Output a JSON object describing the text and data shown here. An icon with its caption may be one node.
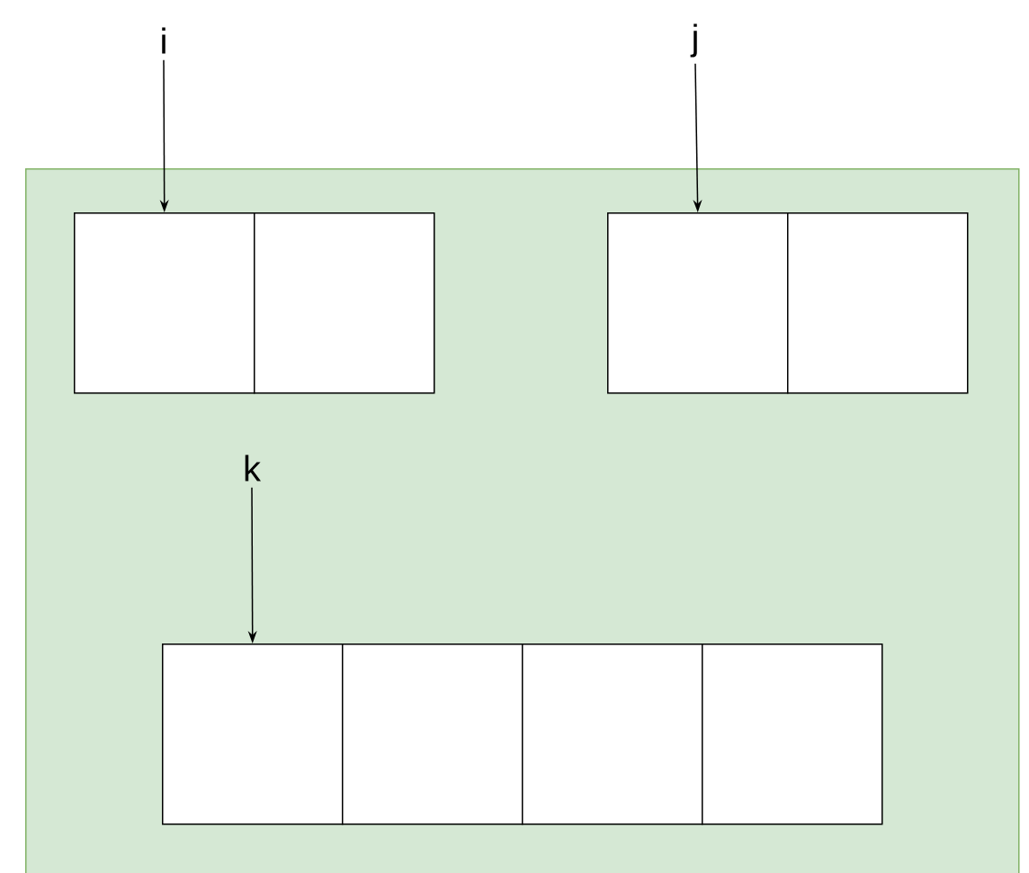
{
  "diagram": {
    "nodes": [
      {
        "text": [],
        "shape": "box"
      },
      {
        "text": [
          "i"
        ]
      },
      {
        "text": [
          "j"
        ]
      },
      {
        "text": [
          "k"
        ],
        "in": 0
      },
      {
        "text": [],
        "shape": "box",
        "in": 0
      },
      {
        "text": [],
        "shape": "box",
        "in": 0
      },
      {
        "text": [],
        "shape": "box",
        "in": 0
      },
      {
        "text": [],
        "shape": "box",
        "in": 0
      },
      {
        "text": [],
        "shape": "box",
        "in": 0
      },
      {
        "text": [],
        "shape": "box",
        "in": 0
      },
      {
        "text": [],
        "shape": "box",
        "in": 0
      },
      {
        "text": [],
        "shape": "box",
        "in": 0
      }
    ],
    "edges": [
      {
        "from": 1,
        "to": 4,
        "arrow": "to"
      },
      {
        "from": 2,
        "to": 6,
        "arrow": "to"
      },
      {
        "from": 3,
        "to": 8,
        "arrow": "to"
      }
    ]
  }
}
